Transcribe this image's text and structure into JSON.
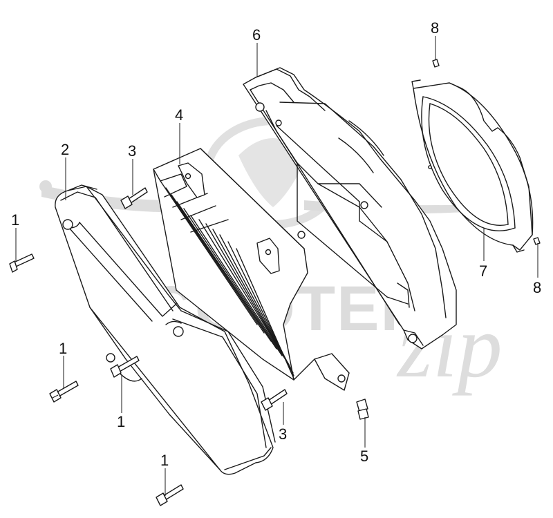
{
  "watermark": {
    "brand": "SCOOTER",
    "suffix": "zip"
  },
  "callouts": {
    "c1a": "1",
    "c1b": "1",
    "c1c": "1",
    "c1d": "1",
    "c2": "2",
    "c3a": "3",
    "c3b": "3",
    "c4": "4",
    "c5": "5",
    "c6": "6",
    "c7": "7",
    "c8a": "8",
    "c8b": "8"
  },
  "colors": {
    "line": "#1a1a1a",
    "watermark": "#d9d9d9"
  }
}
